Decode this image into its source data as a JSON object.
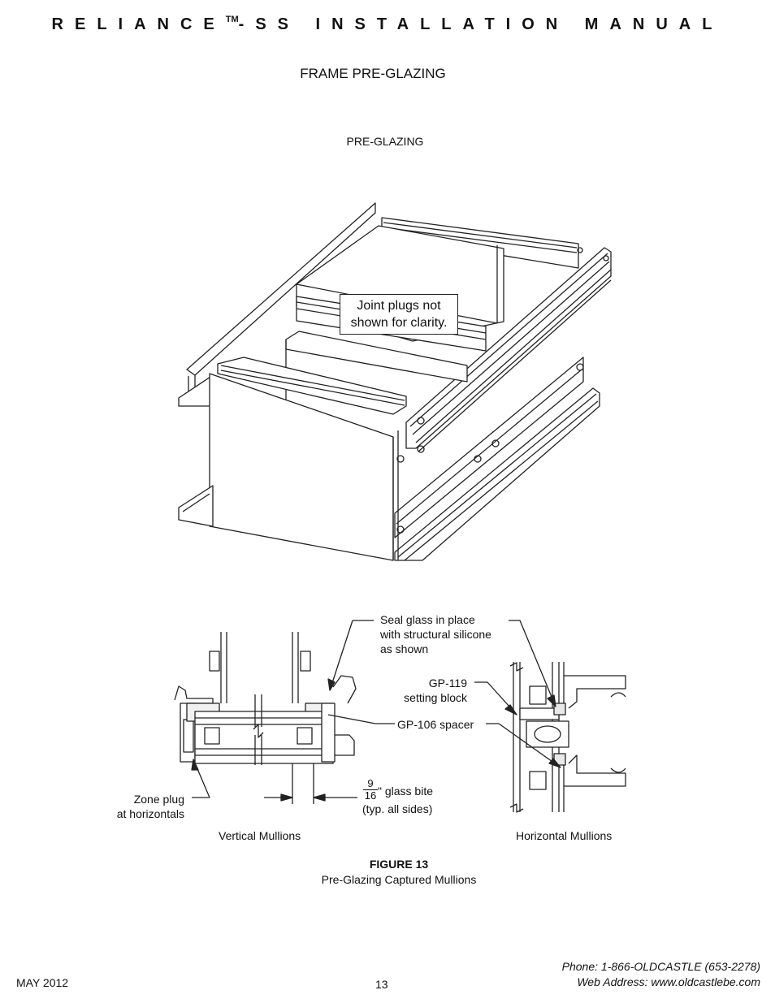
{
  "header": {
    "title_part1": "RELIANCE",
    "trademark": "TM",
    "title_part2": "-SS INSTALLATION MANUAL"
  },
  "section_title": "FRAME PRE-GLAZING",
  "drawing_title": "PRE-GLAZING",
  "callout_note": {
    "line1": "Joint plugs not",
    "line2": "shown for clarity."
  },
  "labels": {
    "seal_glass": [
      "Seal glass in place",
      "with structural silicone",
      "as shown"
    ],
    "gp119": [
      "GP-119",
      "setting block"
    ],
    "gp106": "GP-106 spacer",
    "zone_plug": [
      "Zone plug",
      "at horizontals"
    ],
    "glass_bite_num": "9",
    "glass_bite_den": "16",
    "glass_bite": "\" glass bite",
    "glass_bite_typ": "(typ. all sides)",
    "vertical_mullions": "Vertical Mullions",
    "horizontal_mullions": "Horizontal Mullions"
  },
  "figure": {
    "number": "FIGURE 13",
    "caption": "Pre-Glazing Captured Mullions"
  },
  "footer": {
    "date": "MAY 2012",
    "page": "13",
    "phone": "Phone: 1-866-OLDCASTLE (653-2278)",
    "web": "Web Address: www.oldcastlebe.com"
  }
}
